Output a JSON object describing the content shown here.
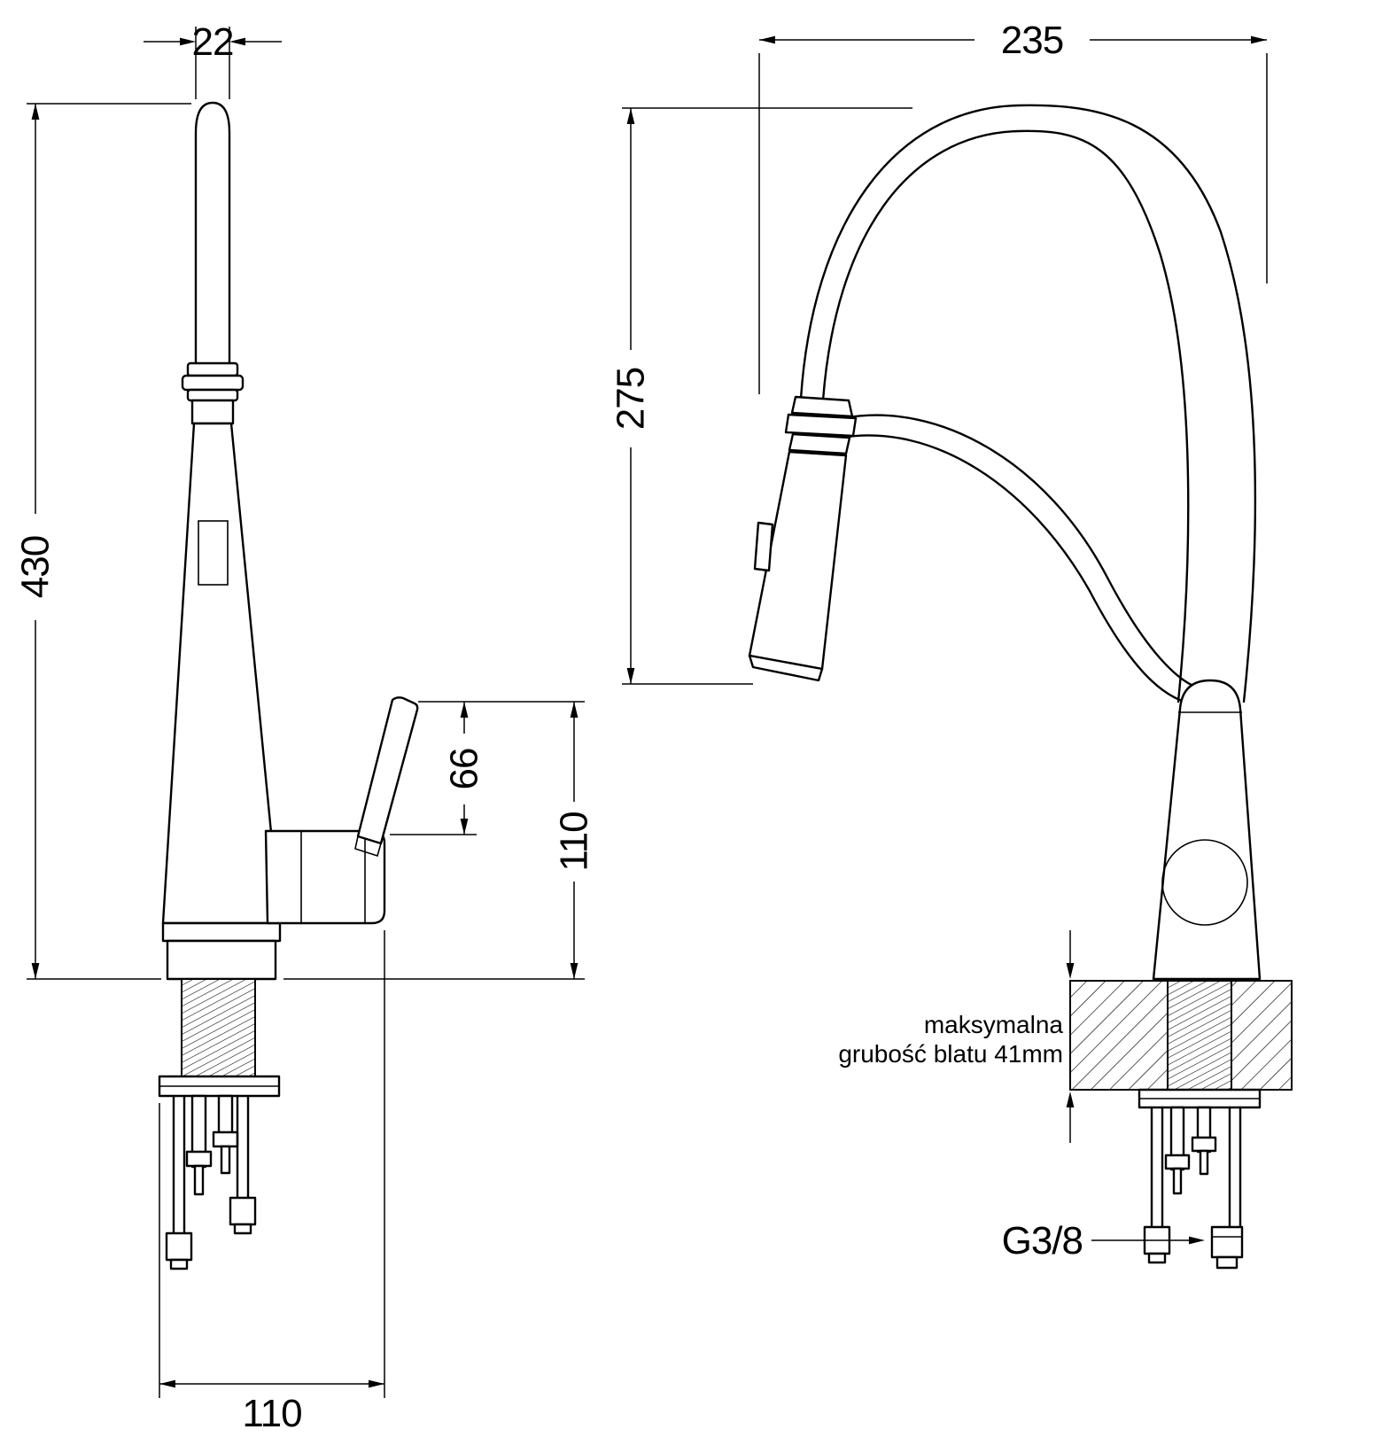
{
  "drawing": {
    "background": "#ffffff",
    "line_color": "#000000",
    "views": {
      "side_view": {
        "dimensions": {
          "spout_width_mm": "22",
          "total_height_mm": "430",
          "handle_height_mm": "66",
          "body_height_mm": "110",
          "base_width_mm": "110"
        }
      },
      "front_view": {
        "dimensions": {
          "spout_reach_mm": "235",
          "spout_height_mm": "275"
        },
        "worktop_note": {
          "line1": "maksymalna",
          "line2": "grubość blatu 41mm"
        },
        "thread_label": "G3/8"
      }
    }
  }
}
